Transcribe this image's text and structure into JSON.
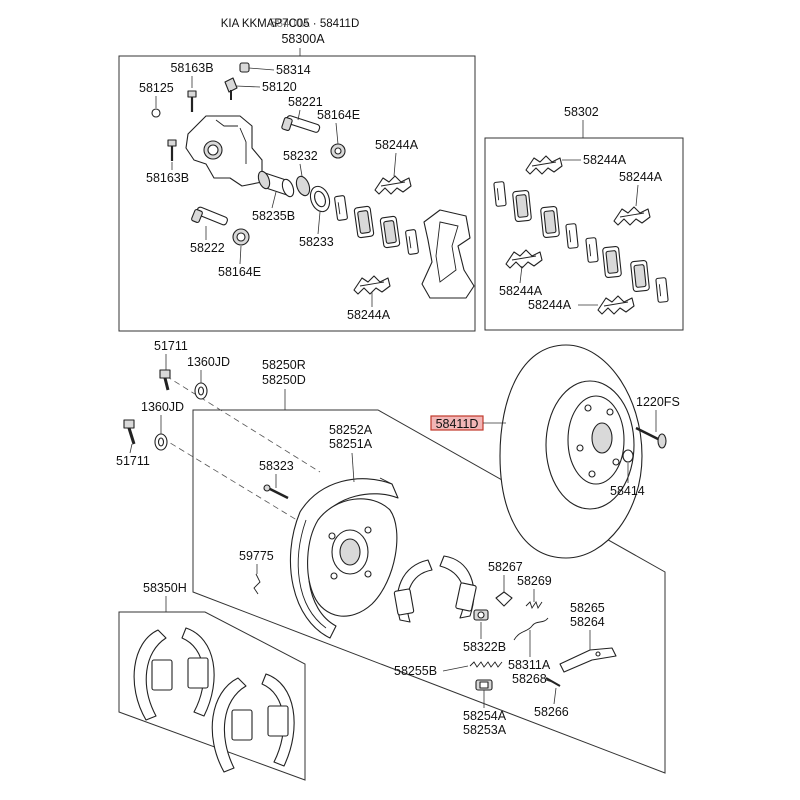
{
  "title": "KIA KKMAP7C05 · 58411D",
  "title_overlap": "58400A",
  "highlight_color": "#c0392b",
  "part_numbers": {
    "caliper_assy": "58300A",
    "p58163B_top": "58163B",
    "p58314": "58314",
    "p58125": "58125",
    "p58120": "58120",
    "p58221": "58221",
    "p58164E_top": "58164E",
    "p58244A_caliper": "58244A",
    "p58163B_bottom": "58163B",
    "p58232": "58232",
    "p58235B": "58235B",
    "p58233": "58233",
    "p58222": "58222",
    "p58164E_bottom": "58164E",
    "p58244A_caliper_bottom": "58244A",
    "pad_kit": "58302",
    "p58244A_pad_1": "58244A",
    "p58244A_pad_2": "58244A",
    "p58244A_pad_3": "58244A",
    "p58244A_pad_4": "58244A",
    "p51711_top": "51711",
    "p1360JD_top": "1360JD",
    "p1360JD_bottom": "1360JD",
    "p51711_bottom": "51711",
    "p58250R": "58250R",
    "p58250D": "58250D",
    "p58252A": "58252A",
    "p58251A": "58251A",
    "p58323": "58323",
    "p59775": "59775",
    "p58350H": "58350H",
    "p58411D": "58411D",
    "p1220FS": "1220FS",
    "p58414": "58414",
    "p58267": "58267",
    "p58269": "58269",
    "p58265": "58265",
    "p58264": "58264",
    "p58322B": "58322B",
    "p58311A": "58311A",
    "p58255B": "58255B",
    "p58268": "58268",
    "p58266": "58266",
    "p58254A": "58254A",
    "p58253A": "58253A"
  }
}
